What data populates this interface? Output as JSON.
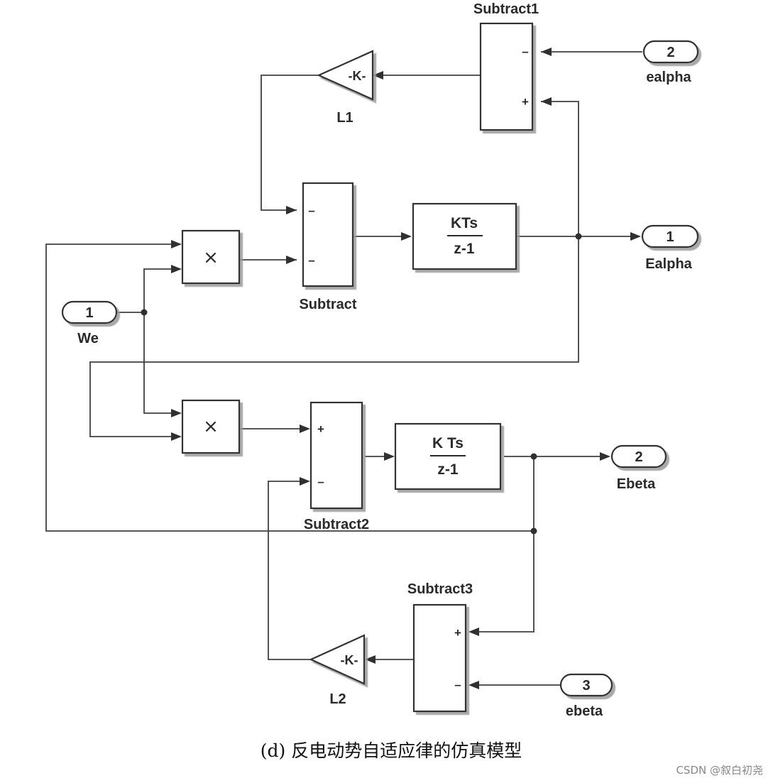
{
  "blocks": {
    "subtract": {
      "label": "Subtract",
      "signs": [
        "–",
        "–"
      ]
    },
    "subtract1": {
      "label": "Subtract1",
      "signs": [
        "–",
        "+"
      ]
    },
    "subtract2": {
      "label": "Subtract2",
      "signs": [
        "+",
        "–"
      ]
    },
    "subtract3": {
      "label": "Subtract3",
      "signs": [
        "+",
        "–"
      ]
    },
    "product1": {
      "symbol": "×"
    },
    "product2": {
      "symbol": "×"
    },
    "integrator1": {
      "numerator": "KTs",
      "denominator": "z-1"
    },
    "integrator2": {
      "numerator": "K Ts",
      "denominator": "z-1"
    },
    "gain_l1": {
      "label": "L1",
      "value": "-K-"
    },
    "gain_l2": {
      "label": "L2",
      "value": "-K-"
    }
  },
  "ports": {
    "in_we": {
      "number": "1",
      "name": "We"
    },
    "in_ealpha": {
      "number": "2",
      "name": "ealpha"
    },
    "in_ebeta": {
      "number": "3",
      "name": "ebeta"
    },
    "out_ealpha": {
      "number": "1",
      "name": "Ealpha"
    },
    "out_ebeta": {
      "number": "2",
      "name": "Ebeta"
    }
  },
  "caption": "(d) 反电动势自适应律的仿真模型",
  "watermark": "CSDN @叙白初尧"
}
